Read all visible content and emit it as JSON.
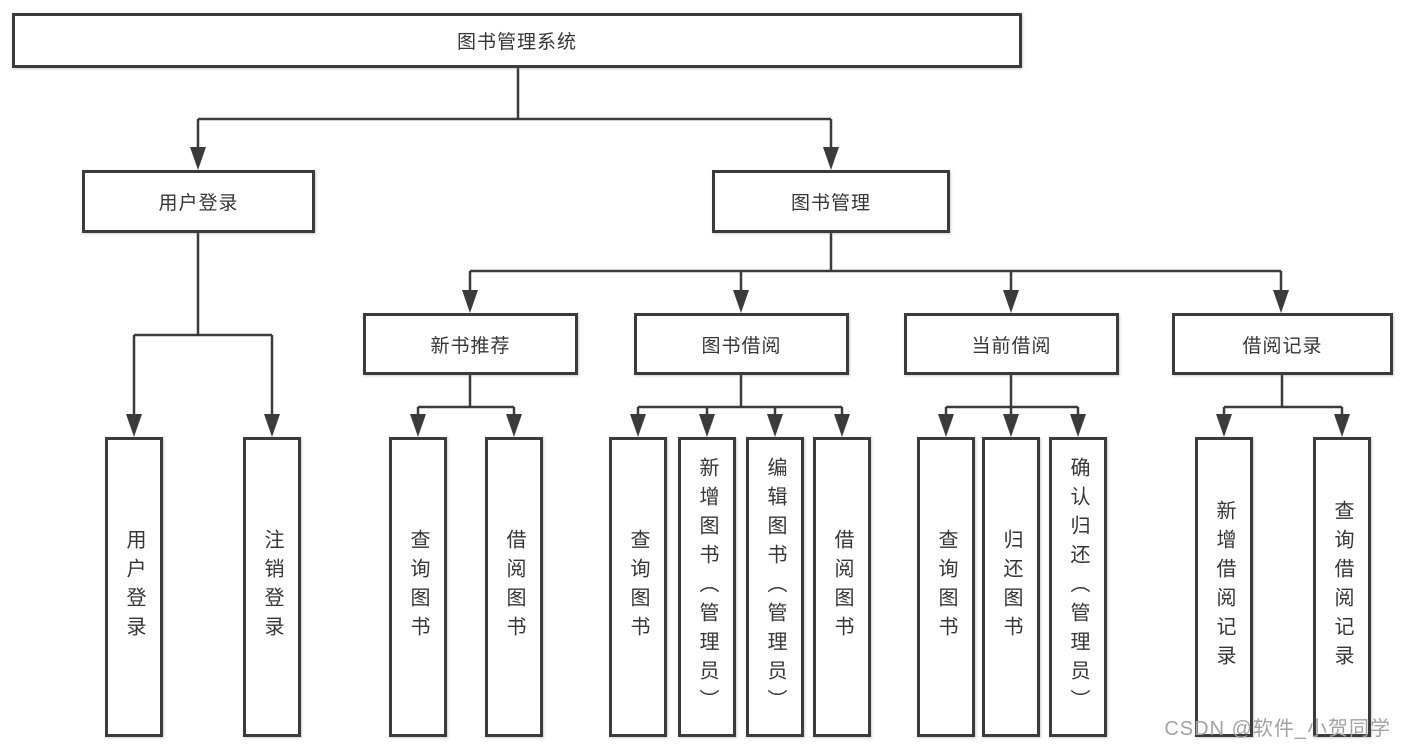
{
  "title": "图书管理系统",
  "watermark": "CSDN @软件_小贺同学",
  "colors": {
    "line": "#3b3b3b",
    "text": "#363636",
    "box_background": "#ffffff",
    "watermark": "#a2a2a2"
  },
  "tree": {
    "root": "图书管理系统",
    "branches": [
      {
        "label": "用户登录",
        "children": [
          "用户登录",
          "注销登录"
        ]
      },
      {
        "label": "图书管理",
        "children": [
          {
            "label": "新书推荐",
            "children": [
              "查询图书",
              "借阅图书"
            ]
          },
          {
            "label": "图书借阅",
            "children": [
              "查询图书",
              "新增图书（管理员）",
              "编辑图书（管理员）",
              "借阅图书"
            ]
          },
          {
            "label": "当前借阅",
            "children": [
              "查询图书",
              "归还图书",
              "确认归还（管理员）"
            ]
          },
          {
            "label": "借阅记录",
            "children": [
              "新增借阅记录",
              "查询借阅记录"
            ]
          }
        ]
      }
    ]
  }
}
